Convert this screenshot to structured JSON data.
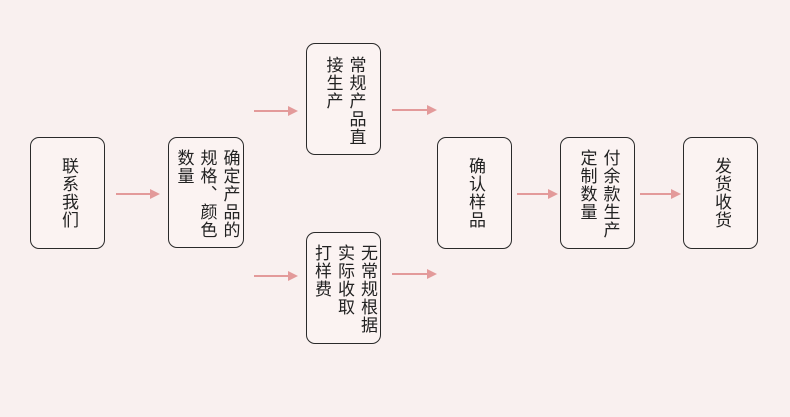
{
  "colors": {
    "background": "#f9f0ef",
    "arrow": "#e39a9a",
    "border": "#2a2a2a"
  },
  "steps": {
    "contact": {
      "lines": [
        "联系我们"
      ]
    },
    "confirm": {
      "lines": [
        "确定产品的",
        "规格、颜色",
        "数量"
      ]
    },
    "regular": {
      "lines": [
        "常规产品直",
        "接生产"
      ]
    },
    "nonregular": {
      "lines": [
        "无常规根据",
        "实际收取",
        "打样费"
      ]
    },
    "sample": {
      "lines": [
        "确认样品"
      ]
    },
    "pay": {
      "lines": [
        "付余款生产",
        "定制数量"
      ]
    },
    "ship": {
      "lines": [
        "发货收货"
      ]
    }
  }
}
